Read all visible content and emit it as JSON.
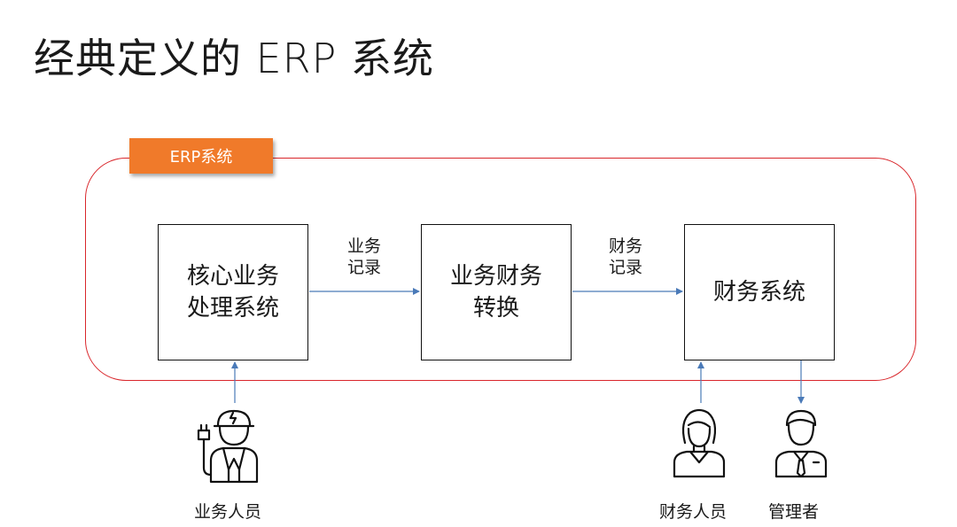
{
  "title": "经典定义的 ERP 系统",
  "erp_tag": "ERP系统",
  "boxes": {
    "core": "核心业务\n处理系统",
    "convert": "业务财务\n转换",
    "finance": "财务系统"
  },
  "flows": {
    "biz_record": "业务\n记录",
    "fin_record": "财务\n记录"
  },
  "people": {
    "business": "业务人员",
    "finance": "财务人员",
    "manager": "管理者"
  },
  "colors": {
    "frame": "#d9262b",
    "tag": "#f07a2a",
    "arrow": "#4a7ab8"
  },
  "icons": [
    "worker-icon",
    "female-user-icon",
    "male-user-icon"
  ]
}
